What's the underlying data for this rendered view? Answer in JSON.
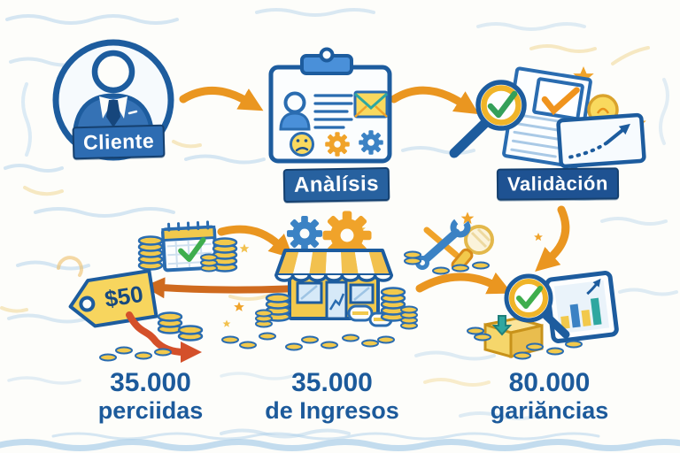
{
  "flow_steps": [
    {
      "label": "Cliente",
      "icon": "businessman-circle-icon"
    },
    {
      "label": "Anàlísis",
      "icon": "clipboard-analysis-icon"
    },
    {
      "label": "Validàción",
      "icon": "magnifier-document-bulb-icon"
    }
  ],
  "process_icons": [
    {
      "icon": "calendar-check-icon"
    },
    {
      "icon": "coin-stacks-icon"
    },
    {
      "icon": "storefront-gears-icon"
    },
    {
      "icon": "wrench-screwdriver-icon"
    },
    {
      "icon": "magnifier-check-icon"
    },
    {
      "icon": "package-box-icon"
    },
    {
      "icon": "bar-chart-tablet-icon"
    }
  ],
  "price_tag": {
    "text": "$50"
  },
  "outcomes": [
    {
      "value": "35.000",
      "caption": "perciidas"
    },
    {
      "value": "35.000",
      "caption": "de Ingresos"
    },
    {
      "value": "80.000",
      "caption": "gariăncias"
    }
  ],
  "colors": {
    "outline_blue": "#1d5c9e",
    "banner_blue": "#2b6bb0",
    "arrow_orange": "#ea9620",
    "arrow_dark_orange": "#cf6a1e",
    "decline_red": "#d4502a",
    "coin_yellow": "#f2c94c",
    "check_green": "#3fae4e",
    "teal": "#2fa7a0",
    "text_blue": "#1c5a9b"
  }
}
